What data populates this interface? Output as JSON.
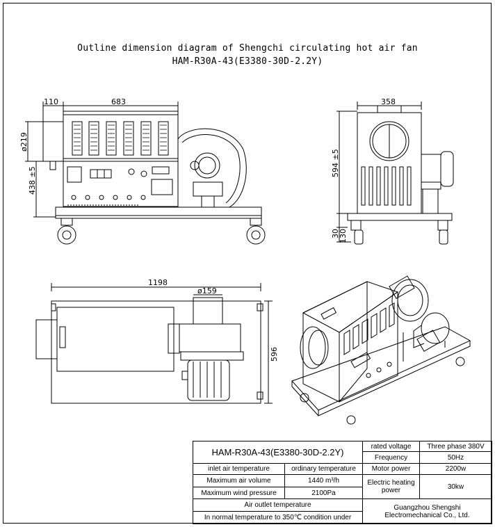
{
  "title": {
    "line1": "Outline dimension diagram of Shengchi circulating hot air fan",
    "line2": "HAM-R30A-43(E3380-30D-2.2Y)"
  },
  "front_view": {
    "dim_top_left": "110",
    "dim_top_width": "683",
    "dim_outlet_dia": "ø219",
    "dim_height": "438 ±5"
  },
  "side_view": {
    "dim_width": "358",
    "dim_height": "594 ±5",
    "dim_wheel": "30",
    "dim_base": "130"
  },
  "top_view": {
    "dim_length": "1198",
    "dim_fan_dia": "ø159",
    "dim_depth": "596"
  },
  "spec_table": {
    "model": "HAM-R30A-43(E3380-30D-2.2Y)",
    "inlet_air_temperature_label": "inlet air temperature",
    "inlet_air_temperature_value": "ordinary temperature",
    "max_air_volume_label": "Maximum air volume",
    "max_air_volume_value": "1440 m³/h",
    "max_wind_pressure_label": "Maximum wind pressure",
    "max_wind_pressure_value": "2100Pa",
    "air_outlet_temperature_label": "Air outlet temperature",
    "air_outlet_temperature_value": "In normal temperature to 350℃ condition under",
    "rated_voltage_label": "rated voltage",
    "rated_voltage_value": "Three phase 380V",
    "frequency_label": "Frequency",
    "frequency_value": "50Hz",
    "motor_power_label": "Motor power",
    "motor_power_value": "2200w",
    "heating_power_label": "Electric heating power",
    "heating_power_value": "30kw",
    "company_line1": "Guangzhou Shengshi",
    "company_line2": "Electromechanical Co., Ltd."
  }
}
